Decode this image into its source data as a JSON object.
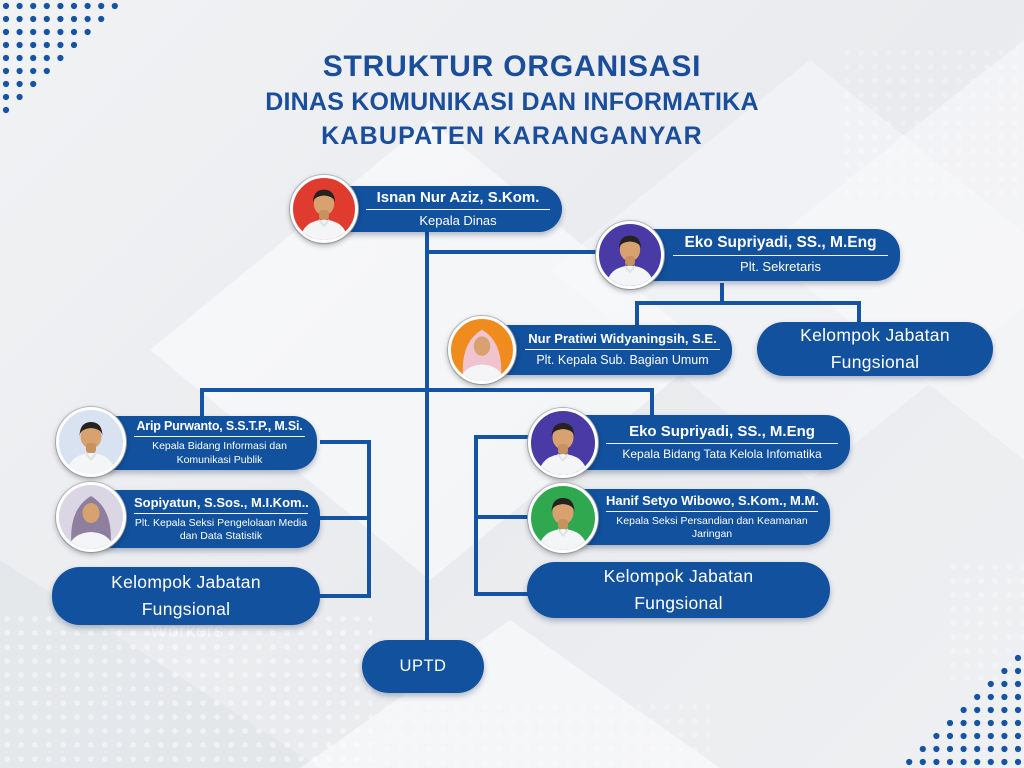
{
  "title": {
    "line1": "STRUKTUR ORGANISASI",
    "line2": "DINAS KOMUNIKASI DAN INFORMATIKA",
    "line3": "KABUPATEN KARANGANYAR"
  },
  "colors": {
    "primary_blue": "#11519E",
    "title_blue": "#1A4E9B",
    "connector_blue": "#1554A4",
    "background_gray": "#EDEFF1",
    "text_on_blue": "#FFFFFF",
    "photo_bg_red": "#E03B2F",
    "photo_bg_indigo": "#4A3AA5",
    "photo_bg_orange": "#F08C1E",
    "photo_bg_light_blue": "#D8E2F0",
    "photo_bg_lavender": "#DAD6E4",
    "photo_bg_green": "#2FA84F"
  },
  "people": {
    "kepala_dinas": {
      "name": "Isnan Nur Aziz, S.Kom.",
      "role": "Kepala Dinas",
      "photo": {
        "icon": "person-photo",
        "bg": "#E03B2F",
        "type": "male"
      }
    },
    "sekretaris": {
      "name": "Eko Supriyadi, SS., M.Eng",
      "role": "Plt. Sekretaris",
      "photo": {
        "icon": "person-photo",
        "bg": "#4A3AA5",
        "type": "male"
      }
    },
    "subbag_umum": {
      "name": "Nur Pratiwi Widyaningsih, S.E.",
      "role": "Plt. Kepala Sub. Bagian Umum",
      "photo": {
        "icon": "person-photo",
        "bg": "#F08C1E",
        "type": "hijab",
        "hijab": "#EFC4CF"
      }
    },
    "bidang_ikp": {
      "name": "Arip Purwanto, S.S.T.P., M.Si.",
      "role": "Kepala Bidang Informasi dan Komunikasi Publik",
      "photo": {
        "icon": "person-photo",
        "bg": "#D8E2F0",
        "type": "male"
      }
    },
    "seksi_media": {
      "name": "Sopiyatun, S.Sos., M.I.Kom..",
      "role": "Plt. Kepala Seksi Pengelolaan Media dan Data Statistik",
      "photo": {
        "icon": "person-photo",
        "bg": "#DAD6E4",
        "type": "hijab",
        "hijab": "#8D7F9D"
      }
    },
    "bidang_tata_kelola": {
      "name": "Eko Supriyadi, SS., M.Eng",
      "role": "Kepala Bidang Tata Kelola Infomatika",
      "photo": {
        "icon": "person-photo",
        "bg": "#4A3AA5",
        "type": "male"
      }
    },
    "seksi_persandian": {
      "name": "Hanif Setyo Wibowo, S.Kom., M.M.",
      "role": "Kepala Seksi Persandian dan Keamanan Jaringan",
      "photo": {
        "icon": "person-photo",
        "bg": "#2FA84F",
        "type": "male"
      }
    }
  },
  "boxes": {
    "kelompok_jabatan_fungsional": "Kelompok Jabatan Fungsional",
    "uptd": "UPTD"
  },
  "watermark": "Workers"
}
